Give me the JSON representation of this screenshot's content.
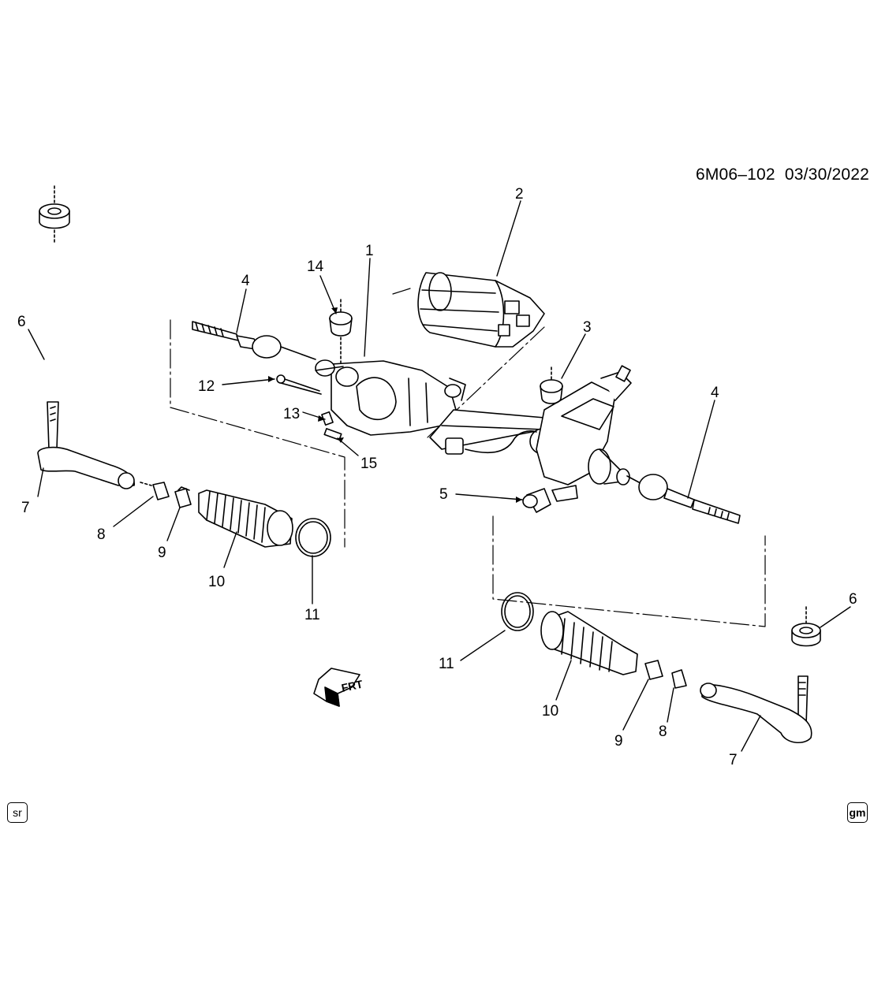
{
  "document_id": "6M06–102",
  "date": "03/30/2022",
  "direction_label": "FRT",
  "badges": {
    "left": "sr",
    "right": "gm"
  },
  "callouts": [
    "1",
    "2",
    "3",
    "4",
    "4",
    "5",
    "6",
    "6",
    "7",
    "7",
    "8",
    "8",
    "9",
    "9",
    "10",
    "10",
    "11",
    "11",
    "12",
    "13",
    "14",
    "15"
  ]
}
